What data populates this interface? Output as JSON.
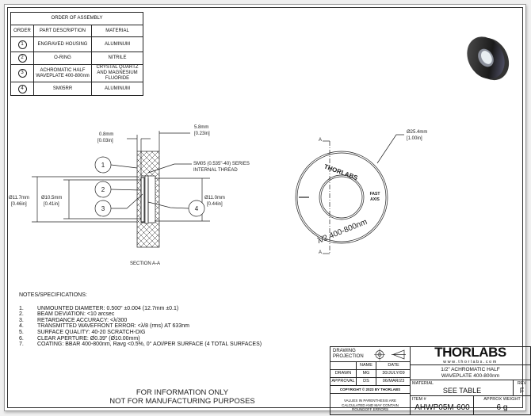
{
  "assembly": {
    "title": "ORDER OF ASSEMBLY",
    "headers": [
      "ORDER",
      "PART DESCRIPTION",
      "MATERIAL"
    ],
    "rows": [
      {
        "order": "1",
        "description": "ENGRAVED HOUSING",
        "material": "ALUMINUM"
      },
      {
        "order": "2",
        "description": "O-RING",
        "material": "NITRILE"
      },
      {
        "order": "3",
        "description": "ACHROMATIC HALF WAVEPLATE 400-800nm",
        "material": "CRYSTAL QUARTZ AND MAGNESIUM FLUORIDE"
      },
      {
        "order": "4",
        "description": "SM05RR",
        "material": "ALUMINUM"
      }
    ]
  },
  "section": {
    "dim_thin": "0.8mm",
    "dim_thin_in": "[0.03in]",
    "dim_width": "5.8mm",
    "dim_width_in": "[0.23in]",
    "thread": "SM05 (0.535\"-40) SERIES",
    "thread2": "INTERNAL THREAD",
    "dia_outer": "Ø11.7mm",
    "dia_outer_in": "[0.46in]",
    "dia_mid": "Ø10.5mm",
    "dia_mid_in": "[0.41in]",
    "dia_right": "Ø11.0mm",
    "dia_right_in": "[0.44in]",
    "balloons": [
      "1",
      "2",
      "3",
      "4"
    ],
    "label": "SECTION A-A"
  },
  "front": {
    "dia": "Ø25.4mm",
    "dia_in": "[1.00in]",
    "section_mark": "A",
    "engrave_brand": "THORLABS",
    "engrave_axis1": "FAST",
    "engrave_axis2": "AXIS",
    "engrave_wave": "λ/2 400-800nm"
  },
  "notes": {
    "title": "NOTES/SPECIFICATIONS:",
    "items": [
      "UNMOUNTED DIAMETER: 0.500\" ±0.004 (12.7mm ±0.1)",
      "BEAM DEVIATION: <10 arcsec",
      "RETARDANCE ACCURACY: <λ/300",
      "TRANSMITTED WAVEFRONT ERROR: <λ/8 (rms) AT 633nm",
      "SURFACE QUALITY: 40-20 SCRATCH-DIG",
      "CLEAR APERTURE: Ø0.39\" (Ø10.00mm)",
      "COATING: BBAR 400-800nm, Ravg <0.5%, 0° AOI/PER SURFACE (4 TOTAL SURFACES)"
    ],
    "numbers": [
      "1.",
      "2.",
      "3.",
      "4.",
      "5.",
      "6.",
      "7."
    ]
  },
  "disclaimer": {
    "line1": "FOR INFORMATION ONLY",
    "line2": "NOT FOR MANUFACTURING PURPOSES"
  },
  "title_block": {
    "projection_label": "DRAWING PROJECTION",
    "name_header": "NAME",
    "date_header": "DATE",
    "drawn_label": "DRAWN",
    "drawn_name": "MG",
    "drawn_date": "30/JULY/09",
    "approval_label": "APPROVAL",
    "approval_name": "DS",
    "approval_date": "06/MAR/23",
    "copyright": "COPYRIGHT © 2023 BY THORLABS",
    "values_note": "VALUES IN PARENTHESIS ARE CALCULATED AND MAY CONTAIN ROUNDOFF ERRORS",
    "logo": "THORLABS",
    "website": "www.thorlabs.com",
    "description": "1/2\" ACHROMATIC HALF WAVEPLATE 400-800nm",
    "material_label": "MATERIAL",
    "material_value": "SEE TABLE",
    "rev_label": "REV",
    "rev_value": "F",
    "item_label": "ITEM #",
    "item_value": "AHWP05M-600",
    "weight_label": "APPROX WEIGHT",
    "weight_value": "6 g"
  }
}
